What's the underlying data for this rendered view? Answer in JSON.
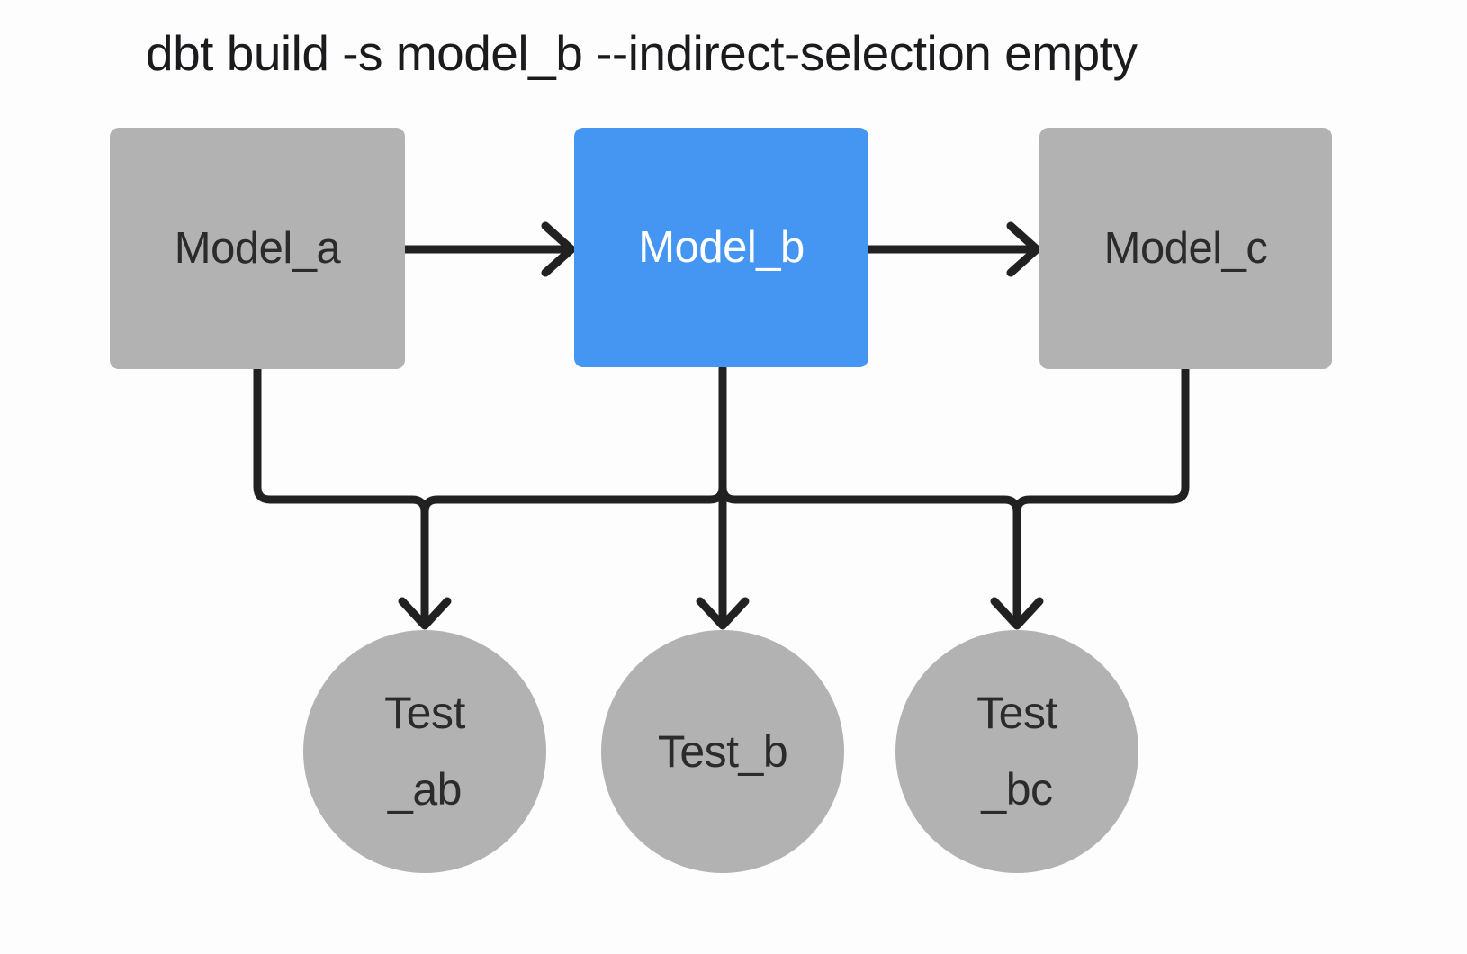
{
  "title": "dbt build -s model_b --indirect-selection empty",
  "colors": {
    "node_gray": "#b2b2b2",
    "node_selected_blue": "#4596f3",
    "edge_black": "#212121",
    "text_dark": "#2b2b2b",
    "text_on_blue": "#ffffff",
    "background": "#fdfdfe"
  },
  "models": [
    {
      "id": "model_a",
      "label": "Model_a",
      "selected": false
    },
    {
      "id": "model_b",
      "label": "Model_b",
      "selected": true
    },
    {
      "id": "model_c",
      "label": "Model_c",
      "selected": false
    }
  ],
  "tests": [
    {
      "id": "test_ab",
      "label": "Test\n_ab"
    },
    {
      "id": "test_b",
      "label": "Test_b"
    },
    {
      "id": "test_bc",
      "label": "Test\n_bc"
    }
  ],
  "edges": [
    {
      "from": "model_a",
      "to": "model_b"
    },
    {
      "from": "model_b",
      "to": "model_c"
    },
    {
      "from": "model_a",
      "to": "test_ab"
    },
    {
      "from": "model_b",
      "to": "test_ab"
    },
    {
      "from": "model_b",
      "to": "test_b"
    },
    {
      "from": "model_b",
      "to": "test_bc"
    },
    {
      "from": "model_c",
      "to": "test_bc"
    }
  ]
}
